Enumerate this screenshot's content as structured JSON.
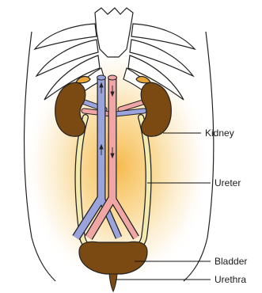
{
  "labels": {
    "kidney": "Kidney",
    "ureter": "Ureter",
    "bladder": "Bladder",
    "urethra": "Urethra"
  },
  "colors": {
    "kidney": "#7a4a12",
    "bladder": "#7a4a12",
    "ureter": "#f3eab0",
    "artery": "#f1a6a6",
    "vein": "#9aa3dc",
    "glow": "#f7c66a",
    "outline": "#222222"
  }
}
